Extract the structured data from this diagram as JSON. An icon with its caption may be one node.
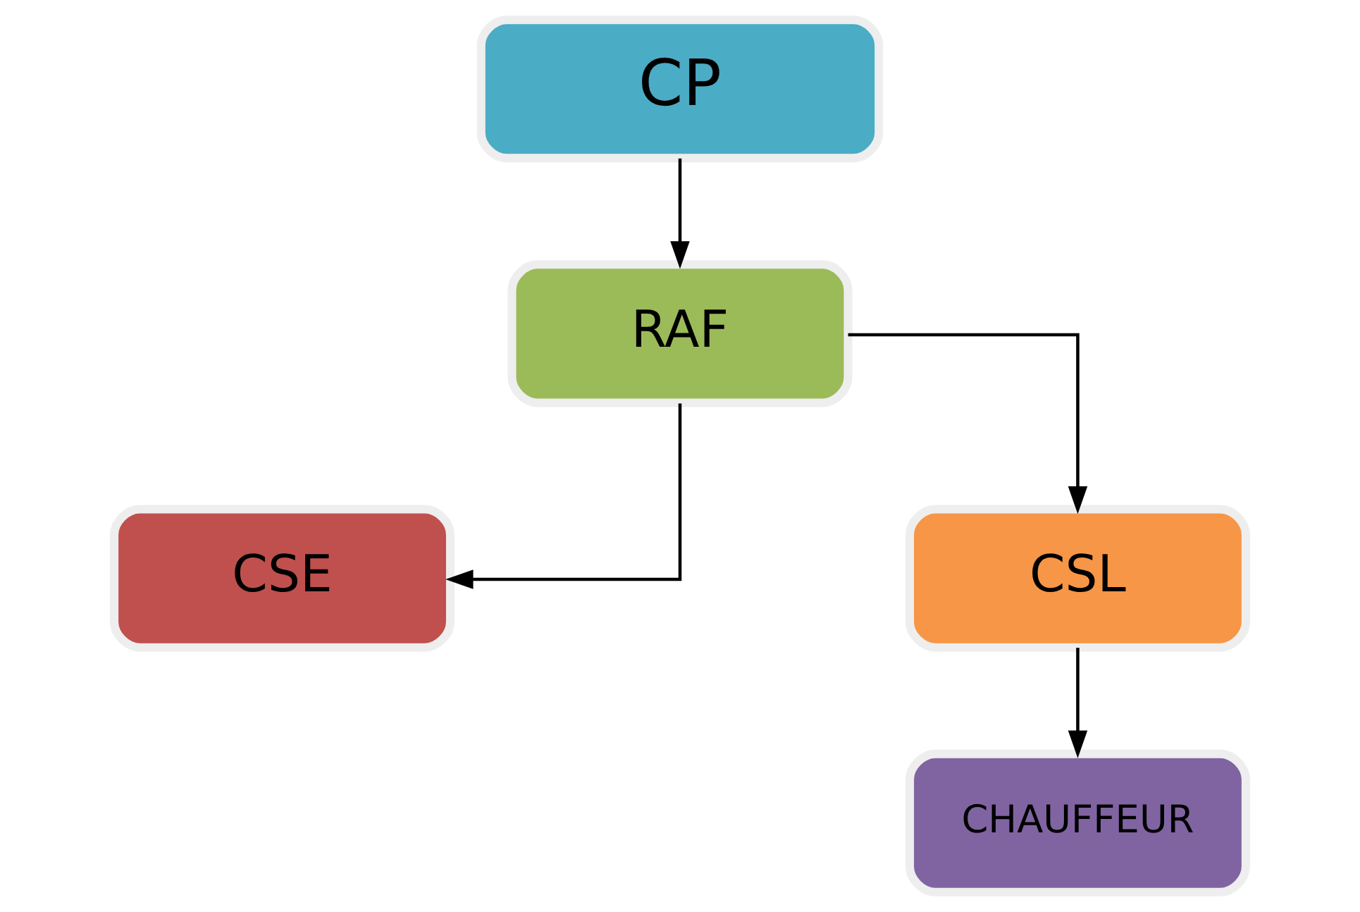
{
  "diagram": {
    "nodes": [
      {
        "text": [
          "CP"
        ]
      },
      {
        "text": [
          "RAF"
        ]
      },
      {
        "text": [
          "CSE"
        ]
      },
      {
        "text": [
          "CSL"
        ]
      },
      {
        "text": [
          "CHAUFFEUR"
        ]
      }
    ],
    "edges": [
      {
        "from": 0,
        "to": 1,
        "arrow": "to"
      },
      {
        "from": 1,
        "to": 2,
        "arrow": "to"
      },
      {
        "from": 1,
        "to": 3,
        "arrow": "to"
      },
      {
        "from": 3,
        "to": 4,
        "arrow": "to"
      }
    ]
  }
}
